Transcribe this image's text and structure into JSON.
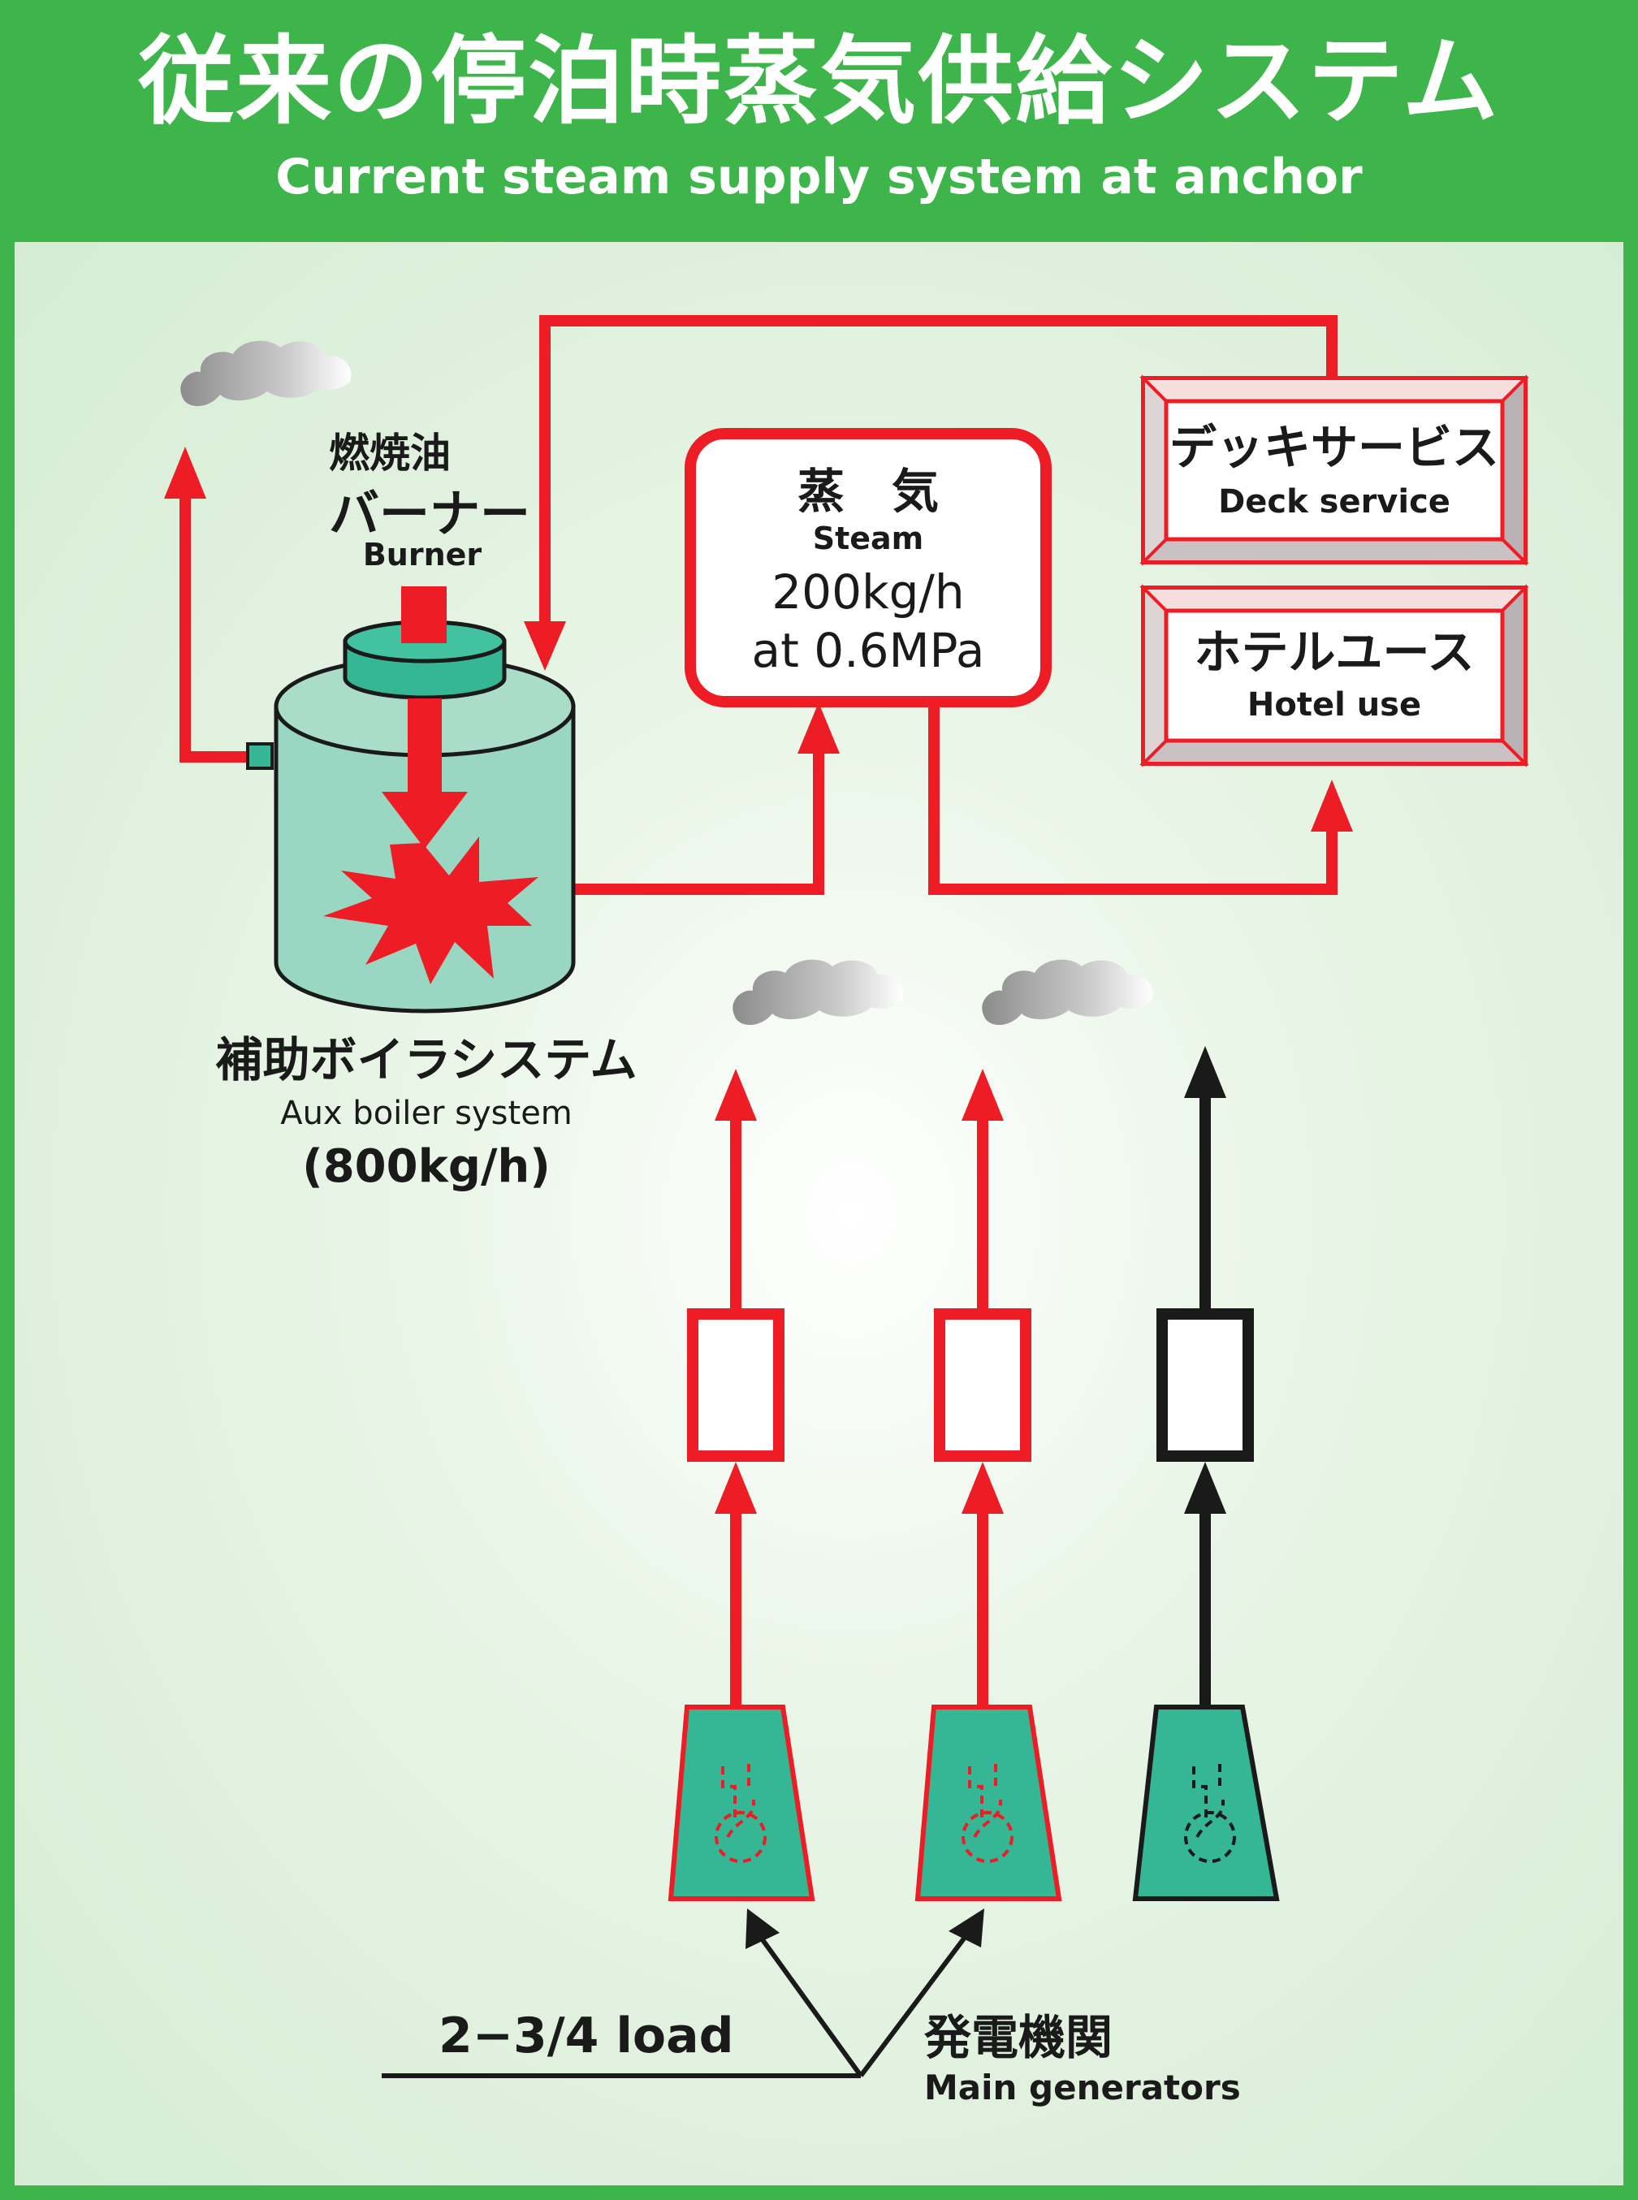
{
  "header": {
    "title_ja": "従来の停泊時蒸気供給システム",
    "title_en": "Current steam supply system at anchor"
  },
  "burner": {
    "label_ja_line1": "燃焼油",
    "label_ja_line2": "バーナー",
    "label_en": "Burner"
  },
  "steam": {
    "label_ja": "蒸　気",
    "label_en": "Steam",
    "rate": "200kg/h",
    "pressure": "at 0.6MPa"
  },
  "deck_service": {
    "label_ja": "デッキサービス",
    "label_en": "Deck service"
  },
  "hotel_use": {
    "label_ja": "ホテルユース",
    "label_en": "Hotel use"
  },
  "aux_boiler": {
    "label_ja": "補助ボイラシステム",
    "label_en": "Aux boiler system",
    "capacity": "(800kg/h)"
  },
  "generators": {
    "load_label": "2−3/4 load",
    "label_ja": "発電機関",
    "label_en": "Main generators"
  },
  "colors": {
    "header_green": "#3db54a",
    "flow_red": "#ee1c25",
    "equipment_teal": "#35b796",
    "boiler_fill": "#9ad7c2",
    "inactive_black": "#1a1a1a"
  }
}
